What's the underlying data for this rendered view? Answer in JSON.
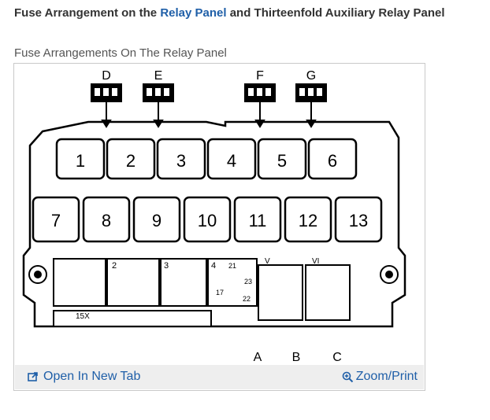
{
  "heading": {
    "prefix": "Fuse Arrangement on the ",
    "link": "Relay Panel",
    "suffix": " and Thirteenfold Auxiliary Relay Panel"
  },
  "caption": "Fuse Arrangements On The Relay Panel",
  "diagram": {
    "top_labels": [
      "D",
      "E",
      "F",
      "G"
    ],
    "row1_numbers": [
      "1",
      "2",
      "3",
      "4",
      "5",
      "6"
    ],
    "row2_numbers": [
      "7",
      "8",
      "9",
      "10",
      "11",
      "12",
      "13"
    ],
    "bottom_labels": [
      "A",
      "B",
      "C"
    ],
    "small_labels": [
      "15X",
      "2",
      "3",
      "4",
      "21",
      "23",
      "17",
      "22",
      "V",
      "VI"
    ]
  },
  "footer": {
    "open_tab": "Open In New Tab",
    "zoom_print": "Zoom/Print",
    "open_tab_icon": "open-external-icon",
    "zoom_icon": "zoom-magnifier-icon"
  },
  "colors": {
    "link": "#1f5fa8",
    "footer_bg": "#eeeeee"
  }
}
